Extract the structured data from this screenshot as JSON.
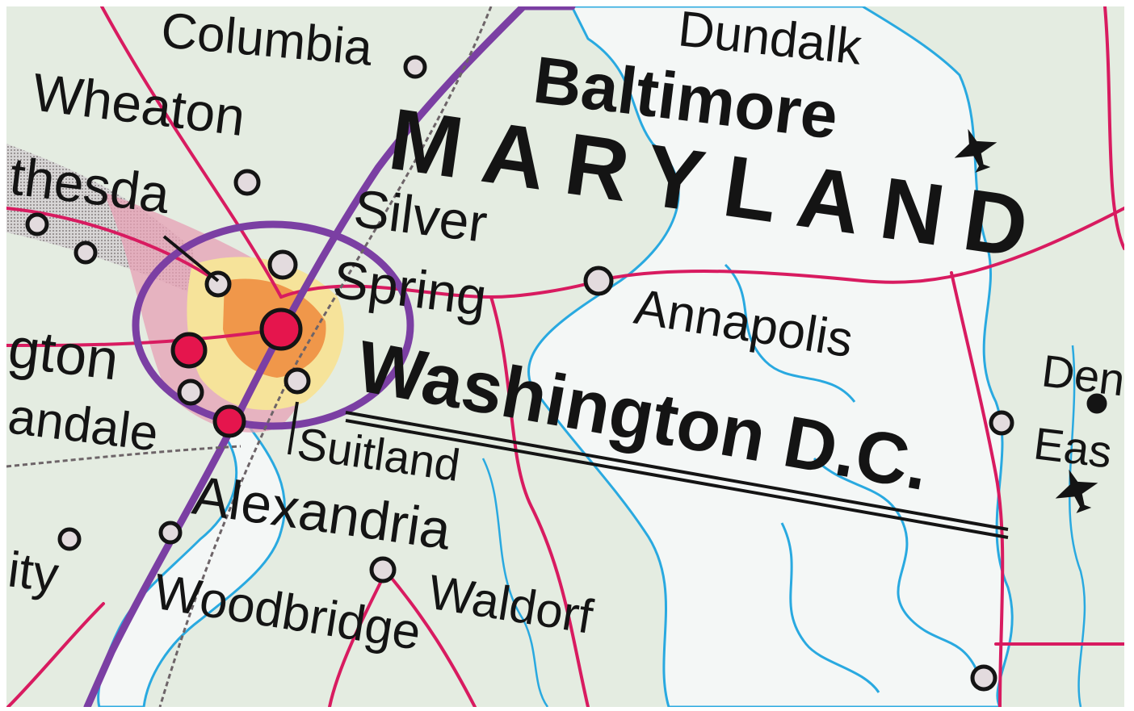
{
  "map": {
    "colors": {
      "land": "#e4ece1",
      "water": "#f4f7f6",
      "coast": "#29a9e0",
      "road": "#d81b60",
      "highway": "#7b3fa3",
      "urban_pink": "#e7a0b4",
      "urban_yellow": "#f6e39a",
      "urban_orange": "#ef8a3c",
      "city_major": "#e5154d",
      "city_minor": "#e3dbde",
      "text": "#141414"
    },
    "labels": {
      "region": "MARYLAND",
      "capital": "Washington D.C.",
      "baltimore": "Baltimore",
      "dundalk": "Dundalk",
      "columbia": "Columbia",
      "wheaton": "Wheaton",
      "bethesda": "thesda",
      "silver": "Silver",
      "spring": "Spring",
      "annapolis": "Annapolis",
      "arlington": "gton",
      "annandale": "andale",
      "suitland": "Suitland",
      "alexandria": "Alexandria",
      "city": "ity",
      "woodbridge": "Woodbridge",
      "waldorf": "Waldorf",
      "denton": "Den",
      "easton": "Eas"
    },
    "icons": {
      "airport": "airplane-icon"
    }
  }
}
